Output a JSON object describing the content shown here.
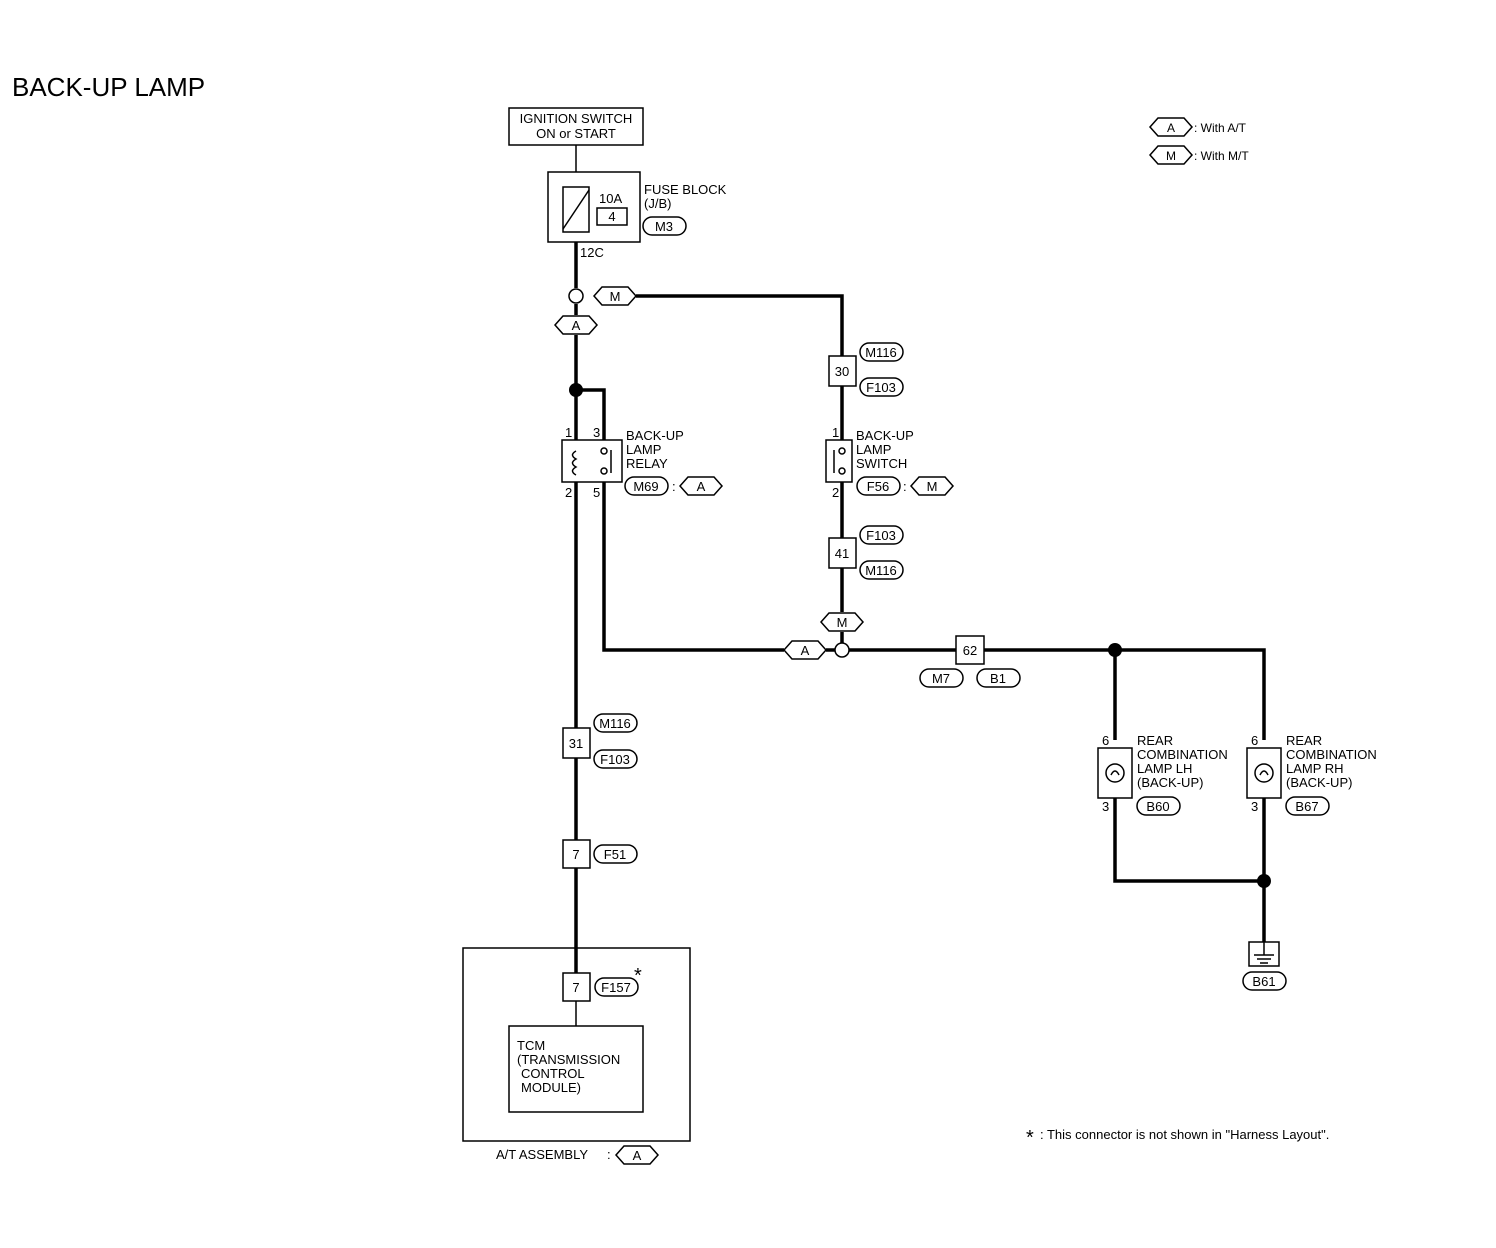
{
  "title": "BACK-UP LAMP",
  "legend": {
    "a_label": "A",
    "a_text": ": With A/T",
    "m_label": "M",
    "m_text": ": With M/T"
  },
  "ignition": {
    "line1": "IGNITION SWITCH",
    "line2": "ON or START"
  },
  "fuse": {
    "amps": "10A",
    "number": "4",
    "label1": "FUSE BLOCK",
    "label2": "(J/B)",
    "connector": "M3",
    "terminal": "12C"
  },
  "branch": {
    "m_tag": "M",
    "a_tag": "A"
  },
  "relay": {
    "label1": "BACK-UP",
    "label2": "LAMP",
    "label3": "RELAY",
    "connector": "M69",
    "colon": ":",
    "tag": "A",
    "pin1": "1",
    "pin3": "3",
    "pin2": "2",
    "pin5": "5"
  },
  "sw": {
    "label1": "BACK-UP",
    "label2": "LAMP",
    "label3": "SWITCH",
    "connector": "F56",
    "colon": ":",
    "tag": "M",
    "pin1": "1",
    "pin2": "2"
  },
  "jc30": {
    "num": "30",
    "top": "M116",
    "bottom": "F103"
  },
  "jc41": {
    "num": "41",
    "top": "F103",
    "bottom": "M116"
  },
  "junction": {
    "m_tag": "M",
    "a_tag": "A"
  },
  "jc62": {
    "num": "62",
    "left": "M7",
    "right": "B1"
  },
  "jc31": {
    "num": "31",
    "top": "M116",
    "bottom": "F103"
  },
  "jc7": {
    "num": "7",
    "label": "F51"
  },
  "jc7b": {
    "num": "7",
    "label": "F157",
    "star": "*"
  },
  "tcm": {
    "line1": "TCM",
    "line2": "(TRANSMISSION",
    "line3": "CONTROL",
    "line4": "MODULE)"
  },
  "assembly": {
    "label": "A/T ASSEMBLY",
    "colon": ":",
    "tag": "A"
  },
  "lamp_lh": {
    "label1": "REAR",
    "label2": "COMBINATION",
    "label3": "LAMP LH",
    "label4": "(BACK-UP)",
    "connector": "B60",
    "pin_top": "6",
    "pin_bottom": "3"
  },
  "lamp_rh": {
    "label1": "REAR",
    "label2": "COMBINATION",
    "label3": "LAMP RH",
    "label4": "(BACK-UP)",
    "connector": "B67",
    "pin_top": "6",
    "pin_bottom": "3"
  },
  "ground": {
    "connector": "B61"
  },
  "footnote": {
    "star": "*",
    "text": ": This connector is not shown in \"Harness Layout\"."
  }
}
